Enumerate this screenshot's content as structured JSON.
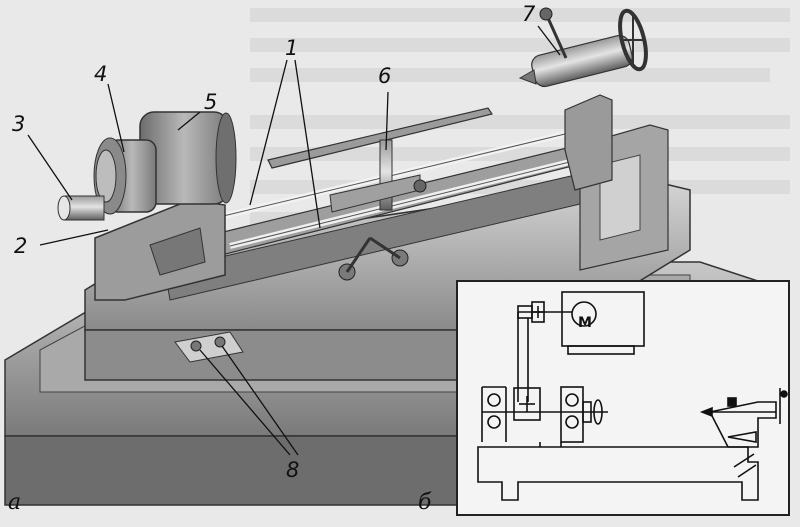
{
  "callouts": {
    "n1": "1",
    "n2": "2",
    "n3": "3",
    "n4": "4",
    "n5": "5",
    "n6": "6",
    "n7": "7",
    "n8": "8"
  },
  "panels": {
    "a": "а",
    "b": "б"
  },
  "schema": {
    "motor_symbol": "M"
  },
  "colors": {
    "ink": "#111111",
    "machine_light": "#bdbdbd",
    "machine_mid": "#8f8f8f",
    "machine_dark": "#555555",
    "page": "#e9e9e9"
  }
}
